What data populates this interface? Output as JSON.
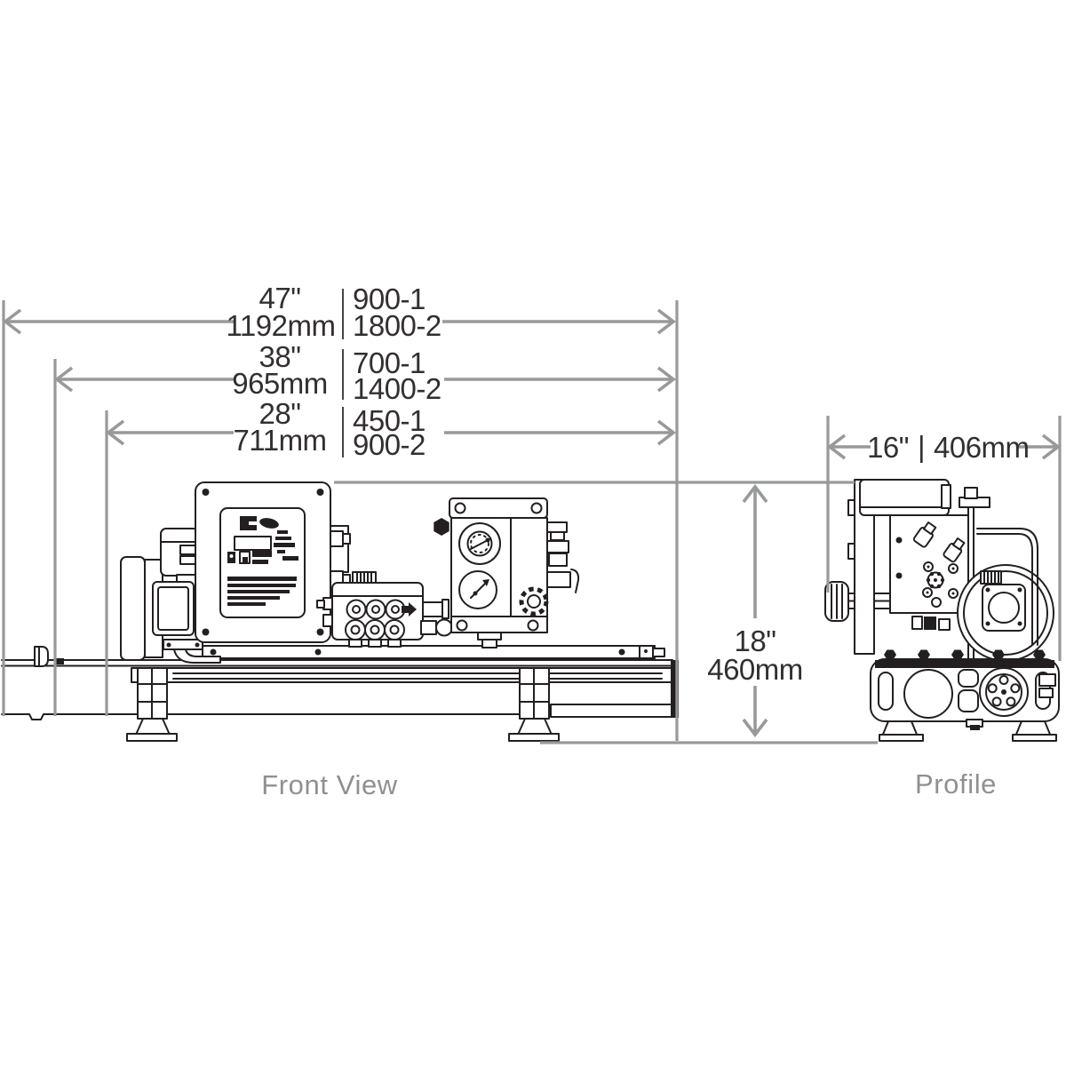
{
  "drawing": {
    "captions": {
      "front_view": "Front View",
      "profile": "Profile"
    },
    "dimensions": {
      "widths": [
        {
          "inches": "47\"",
          "mm": "1192mm",
          "model_1": "900-1",
          "model_2": "1800-2"
        },
        {
          "inches": "38\"",
          "mm": "965mm",
          "model_1": "700-1",
          "model_2": "1400-2"
        },
        {
          "inches": "28\"",
          "mm": "711mm",
          "model_1": "450-1",
          "model_2": "900-2"
        }
      ],
      "depth": {
        "inches": "16\"",
        "separator": "|",
        "mm": "406mm"
      },
      "height": {
        "inches": "18\"",
        "mm": "460mm"
      }
    },
    "colors": {
      "machine_line": "#231f20",
      "dimension_line": "#97999b",
      "dimension_text": "#332f30",
      "caption_text": "#8e9093",
      "background": "#ffffff"
    }
  }
}
